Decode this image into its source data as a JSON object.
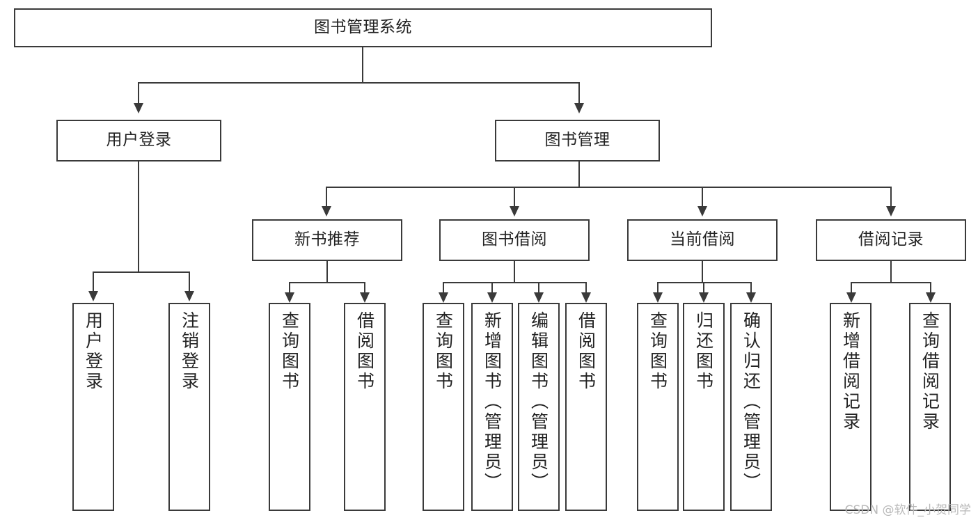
{
  "diagram": {
    "title": "图书管理系统",
    "type": "tree",
    "watermark": "CSDN @软件_小贺同学",
    "colors": {
      "stroke": "#3a3a3a",
      "fill": "#ffffff",
      "text": "#222222",
      "watermark": "#b9b9b9"
    },
    "root": {
      "label": "图书管理系统"
    },
    "level2": [
      {
        "label": "用户登录"
      },
      {
        "label": "图书管理"
      }
    ],
    "level3": [
      {
        "label": "新书推荐"
      },
      {
        "label": "图书借阅"
      },
      {
        "label": "当前借阅"
      },
      {
        "label": "借阅记录"
      }
    ],
    "leaves": {
      "user_login": [
        {
          "label": "用户登录"
        },
        {
          "label": "注销登录"
        }
      ],
      "new_book": [
        {
          "label": "查询图书"
        },
        {
          "label": "借阅图书"
        }
      ],
      "book_borrow": [
        {
          "label": "查询图书"
        },
        {
          "label": "新增图书（管理员）"
        },
        {
          "label": "编辑图书（管理员）"
        },
        {
          "label": "借阅图书"
        }
      ],
      "current_borrow": [
        {
          "label": "查询图书"
        },
        {
          "label": "归还图书"
        },
        {
          "label": "确认归还（管理员）"
        }
      ],
      "borrow_record": [
        {
          "label": "新增借阅记录"
        },
        {
          "label": "查询借阅记录"
        }
      ]
    }
  }
}
